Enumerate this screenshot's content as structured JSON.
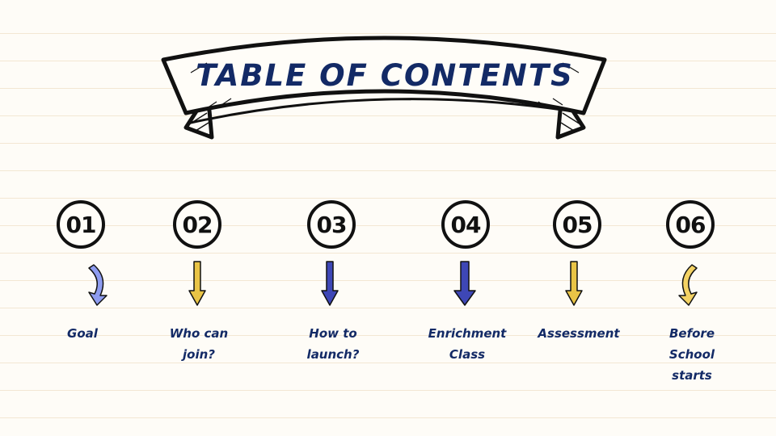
{
  "title": "TABLE OF CONTENTS",
  "colors": {
    "title": "#132a66",
    "lines": "#f3e7d3",
    "arrow_periwinkle": "#8e9cf0",
    "arrow_gold": "#e9c446",
    "arrow_indigo": "#3e47b6",
    "arrow_light_gold": "#f3d264"
  },
  "items": [
    {
      "number": "01",
      "label": "Goal",
      "arrow_icon": "curved-arrow-icon"
    },
    {
      "number": "02",
      "label": "Who can\njoin?",
      "arrow_icon": "down-arrow-icon"
    },
    {
      "number": "03",
      "label": "How to\nlaunch?",
      "arrow_icon": "down-arrow-icon"
    },
    {
      "number": "04",
      "label": "Enrichment\nClass",
      "arrow_icon": "down-arrow-icon"
    },
    {
      "number": "05",
      "label": "Assessment",
      "arrow_icon": "down-arrow-icon"
    },
    {
      "number": "06",
      "label": "Before\nSchool\nstarts",
      "arrow_icon": "curved-arrow-icon"
    }
  ]
}
